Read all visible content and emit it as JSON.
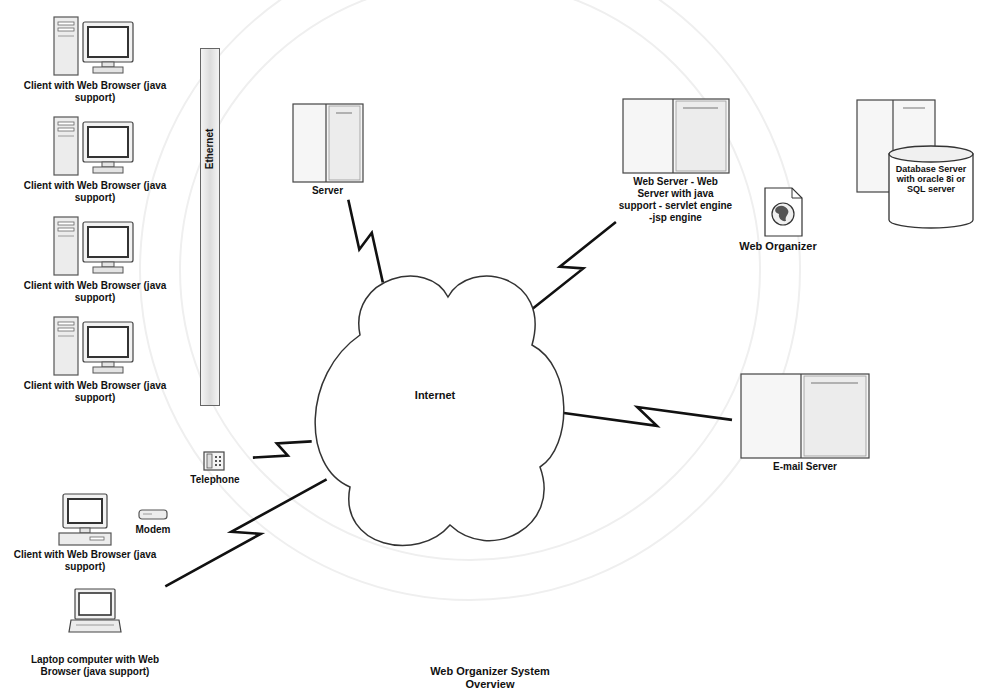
{
  "diagram": {
    "title": "Web Organizer System Overview",
    "nodes": [
      {
        "text": [
          "Client with Web Browser (java support)"
        ]
      },
      {
        "text": [
          "Ethernet"
        ]
      },
      {
        "text": [
          "Server"
        ]
      },
      {
        "text": [
          "Web Server - Web Server with java support - servlet engine -jsp engine"
        ]
      },
      {
        "text": [
          "Database Server with oracle 8i or SQL server"
        ]
      },
      {
        "text": [
          "Client with Web Browser (java support)"
        ]
      },
      {
        "text": [
          "Client with Web Browser (java support)"
        ]
      },
      {
        "text": [
          "Client with Web Browser (java support)"
        ]
      },
      {
        "text": [
          "Internet"
        ]
      },
      {
        "text": [
          "Telephone"
        ]
      },
      {
        "text": [
          "E-mail Server"
        ]
      },
      {
        "text": [
          "Client with Web Browser (java support)"
        ]
      },
      {
        "text": [
          "Modem"
        ]
      },
      {
        "text": [
          "Laptop computer with Web Browser (java support)"
        ]
      }
    ],
    "edges": [
      {
        "from": 2,
        "to": 8,
        "arrow": "none"
      },
      {
        "from": 3,
        "to": 8,
        "arrow": "none"
      },
      {
        "from": 8,
        "to": 10,
        "arrow": "none"
      },
      {
        "from": 9,
        "to": 8,
        "arrow": "none"
      },
      {
        "from": 13,
        "to": 8,
        "arrow": "none"
      }
    ],
    "labels": [
      "Web Organizer"
    ]
  }
}
